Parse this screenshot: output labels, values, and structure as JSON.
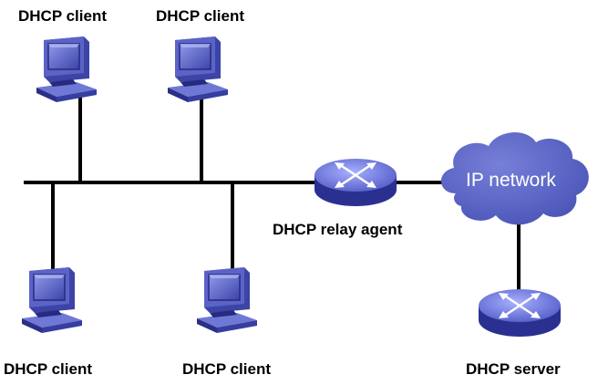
{
  "diagram": {
    "clients": [
      {
        "label": "DHCP client"
      },
      {
        "label": "DHCP client"
      },
      {
        "label": "DHCP client"
      },
      {
        "label": "DHCP client"
      }
    ],
    "relay": {
      "label": "DHCP relay agent",
      "icon": "router-icon"
    },
    "cloud": {
      "label": "IP network",
      "icon": "cloud-icon"
    },
    "server": {
      "label": "DHCP server",
      "icon": "router-icon"
    },
    "colors": {
      "device_dark": "#262a80",
      "device_mid": "#4a52b8",
      "device_light": "#7f8ae0",
      "cloud": "#5b66c4",
      "line": "#000000"
    }
  }
}
